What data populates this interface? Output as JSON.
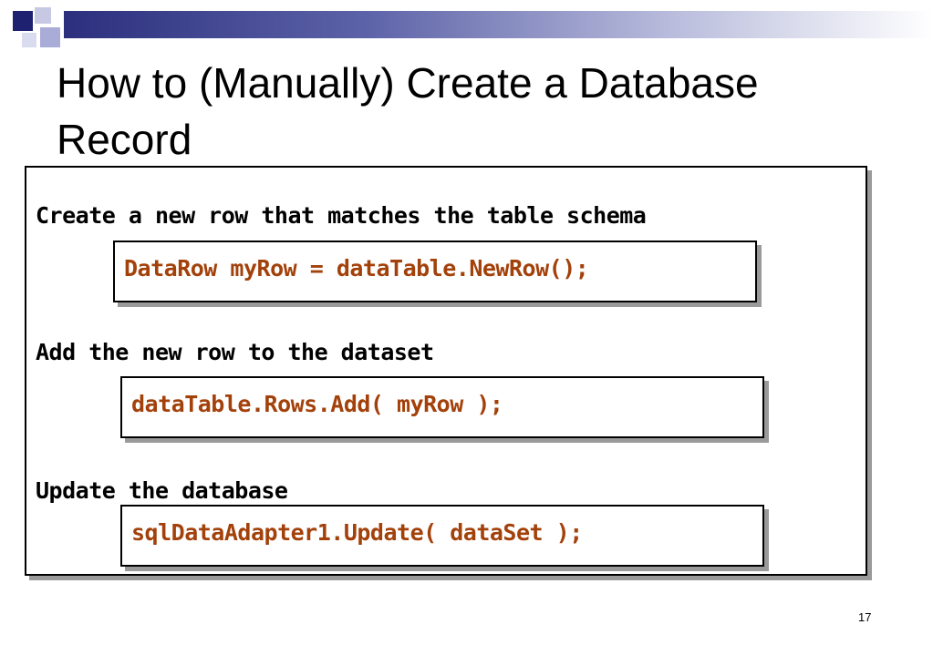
{
  "slide": {
    "title": "How to (Manually) Create a Database Record",
    "page_number": "17"
  },
  "steps": [
    {
      "label": "Create a new row that matches the table schema",
      "code": "DataRow myRow = dataTable.NewRow();"
    },
    {
      "label": "Add the new row to the dataset",
      "code": "dataTable.Rows.Add( myRow );"
    },
    {
      "label": "Update the database",
      "code": "sqlDataAdapter1.Update( dataSet );"
    }
  ],
  "colors": {
    "code_text": "#a3410b",
    "header_bar_dark": "#2b2f7d",
    "decor_square_blue": "#2b2f7d",
    "decor_square_light": "#b9bcdc"
  }
}
